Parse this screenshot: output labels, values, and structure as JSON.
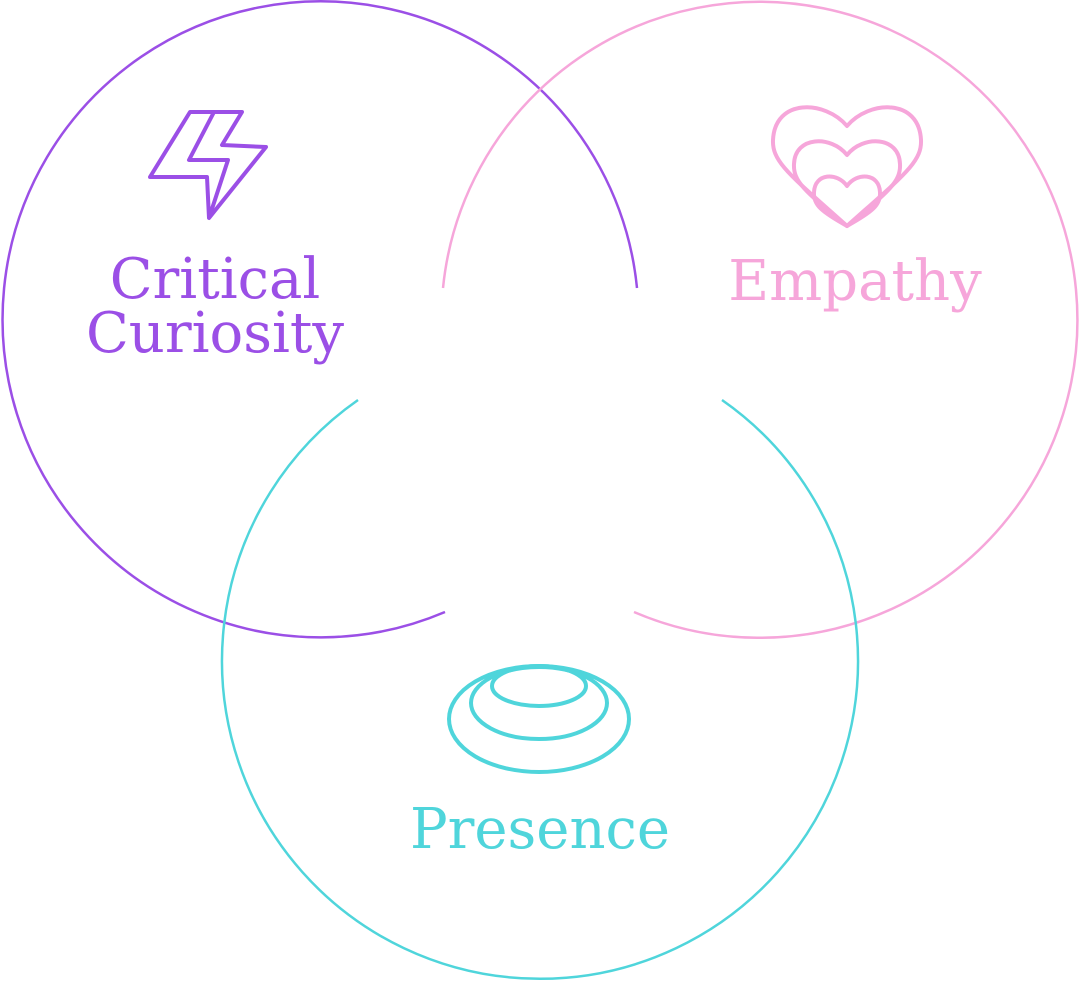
{
  "colors": {
    "purple": "#9b4fe6",
    "pink": "#f6a6da",
    "cyan": "#4fd5db"
  },
  "circles": [
    {
      "id": "critical-curiosity",
      "label_lines": [
        "Critical",
        "Curiosity"
      ],
      "icon": "lightning-bolt-icon"
    },
    {
      "id": "empathy",
      "label_lines": [
        "Empathy"
      ],
      "icon": "nested-hearts-icon"
    },
    {
      "id": "presence",
      "label_lines": [
        "Presence"
      ],
      "icon": "concentric-ellipses-icon"
    }
  ]
}
